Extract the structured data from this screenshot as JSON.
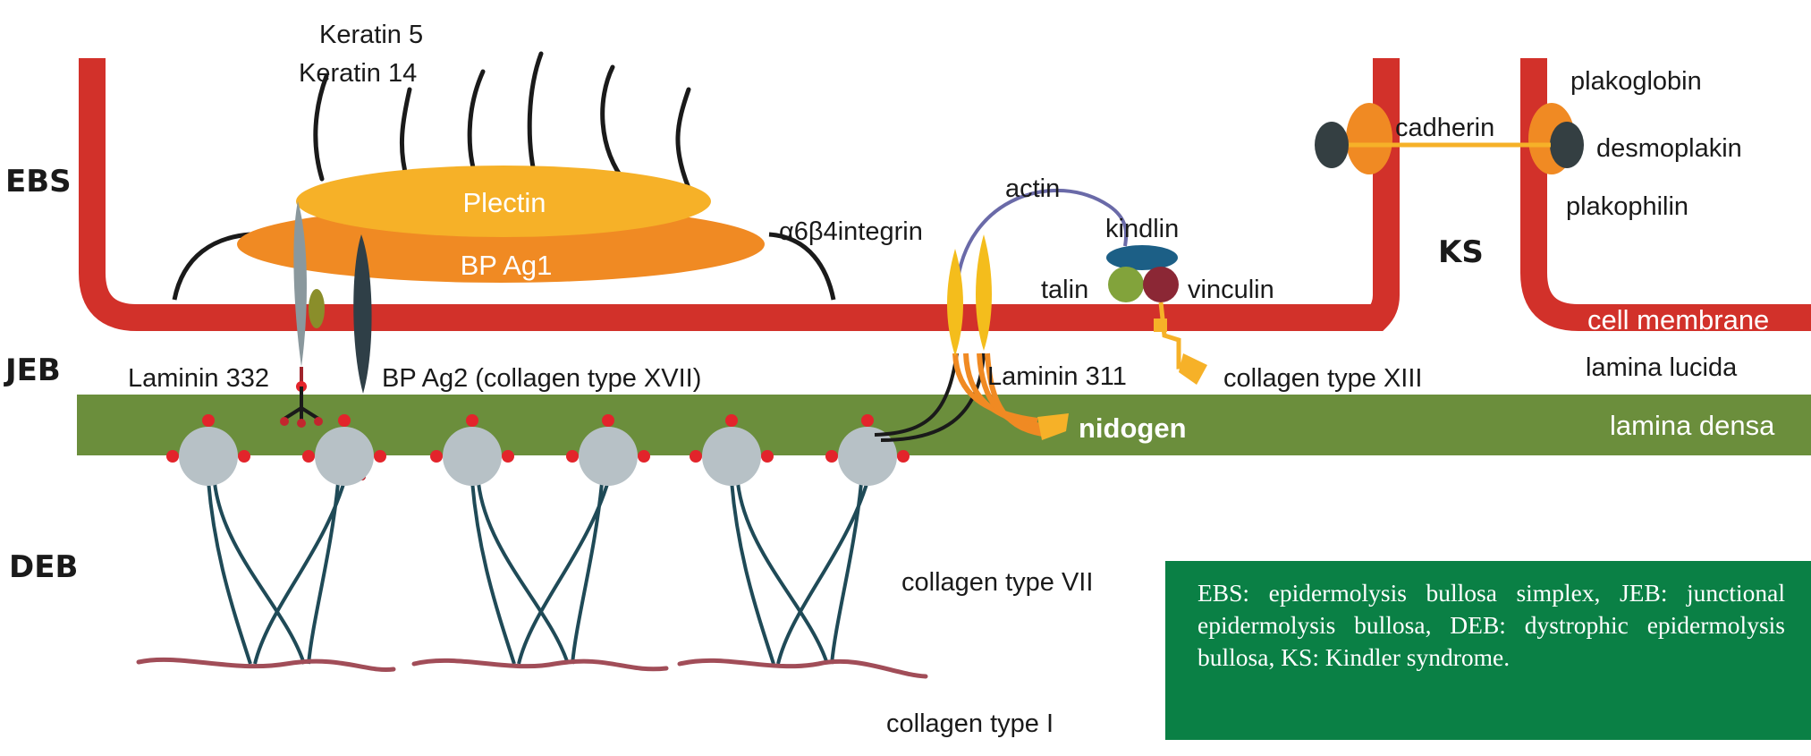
{
  "colors": {
    "membrane": "#d2312a",
    "lamina_densa": "#6b8e3c",
    "plectin": "#f6b128",
    "bp_ag1": "#f08a23",
    "globular": "#b7c1c6",
    "red_dot": "#e3242b",
    "fiber": "#1f4a57",
    "collagen_I": "#a14d58",
    "legend_box": "#0a8045"
  },
  "side_labels": {
    "ebs": "EBS",
    "jeb": "JEB",
    "deb": "DEB",
    "ks": "KS"
  },
  "labels": {
    "keratin5": "Keratin 5",
    "keratin14": "Keratin 14",
    "plectin": "Plectin",
    "bp_ag1": "BP Ag1",
    "integrin": "α6β4integrin",
    "actin": "actin",
    "kindlin": "kindlin",
    "talin": "talin",
    "vinculin": "vinculin",
    "cadherin": "cadherin",
    "plakoglobin": "plakoglobin",
    "desmoplakin": "desmoplakin",
    "plakophilin": "plakophilin",
    "cell_membrane": "cell membrane",
    "lamina_lucida": "lamina lucida",
    "lamina_densa": "lamina densa",
    "laminin332": "Laminin 332",
    "bp_ag2": "BP Ag2 (collagen type XVII)",
    "laminin311": "Laminin 311",
    "collagen13": "collagen type XIII",
    "nidogen": "nidogen",
    "collagen7": "collagen type VII",
    "collagen1": "collagen type I"
  },
  "legend": {
    "text": "EBS: epidermolysis bullosa simplex, JEB: junctional epidermolysis bullosa, DEB: dystrophic epidermolysis bullosa, KS: Kindler syndrome."
  }
}
